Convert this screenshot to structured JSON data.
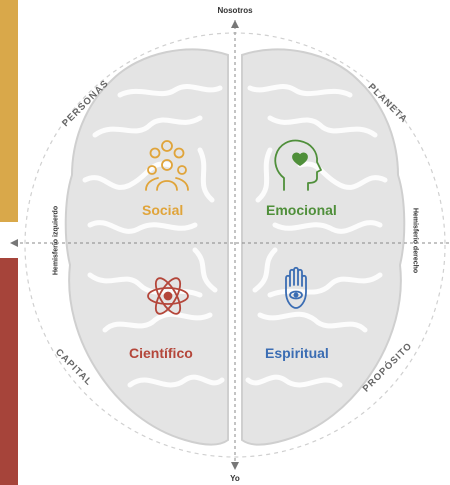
{
  "axes": {
    "top": "Nosotros",
    "bottom": "Yo",
    "left": "Hemisferio izquierdo",
    "right": "Hemisferio derecho"
  },
  "quadrants": {
    "top_left": {
      "label": "Social",
      "color": "#e0a43a",
      "icon": "people-group-icon"
    },
    "top_right": {
      "label": "Emocional",
      "color": "#4f8f3a",
      "icon": "head-heart-icon"
    },
    "bottom_left": {
      "label": "Científico",
      "color": "#b4463a",
      "icon": "atom-icon"
    },
    "bottom_right": {
      "label": "Espiritual",
      "color": "#3b6db3",
      "icon": "hamsa-hand-icon"
    }
  },
  "arc_labels": {
    "top_left": "PERSONAS",
    "top_right": "PLANETA",
    "bottom_left": "CAPITAL",
    "bottom_right": "PROPÓSITO"
  },
  "colors": {
    "side_top": "#d9a84a",
    "side_bottom": "#a6443a",
    "brain": "#d9d9d9"
  }
}
